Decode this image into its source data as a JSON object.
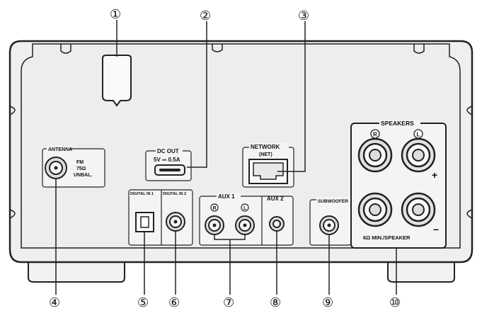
{
  "callouts": {
    "c1": "①",
    "c2": "②",
    "c3": "③",
    "c4": "④",
    "c5": "⑤",
    "c6": "⑥",
    "c7": "⑦",
    "c8": "⑧",
    "c9": "⑨",
    "c10": "⑩"
  },
  "labels": {
    "antenna": "ANTENNA",
    "antenna_fm": "FM",
    "antenna_ohm": "75Ω",
    "antenna_unbal": "UNBAL.",
    "dc_out": "DC OUT",
    "dc_out_spec": "5V ⎓ 0.5A",
    "network": "NETWORK",
    "network_sub": "(NET)",
    "digital_in1": "DIGITAL IN 1",
    "digital_in2": "DIGITAL IN 2",
    "aux1": "AUX 1",
    "aux1_r": "R",
    "aux1_l": "L",
    "aux2": "AUX 2",
    "subwoofer": "SUBWOOFER",
    "speakers": "SPEAKERS",
    "spk_r": "R",
    "spk_l": "L",
    "plus": "+",
    "minus": "−",
    "speaker_impedance": "6Ω MIN./SPEAKER"
  },
  "colors": {
    "panel": "#eeeeee",
    "outline": "#222222",
    "section_bg": "#f4f4f4",
    "callout_line": "#222222"
  }
}
